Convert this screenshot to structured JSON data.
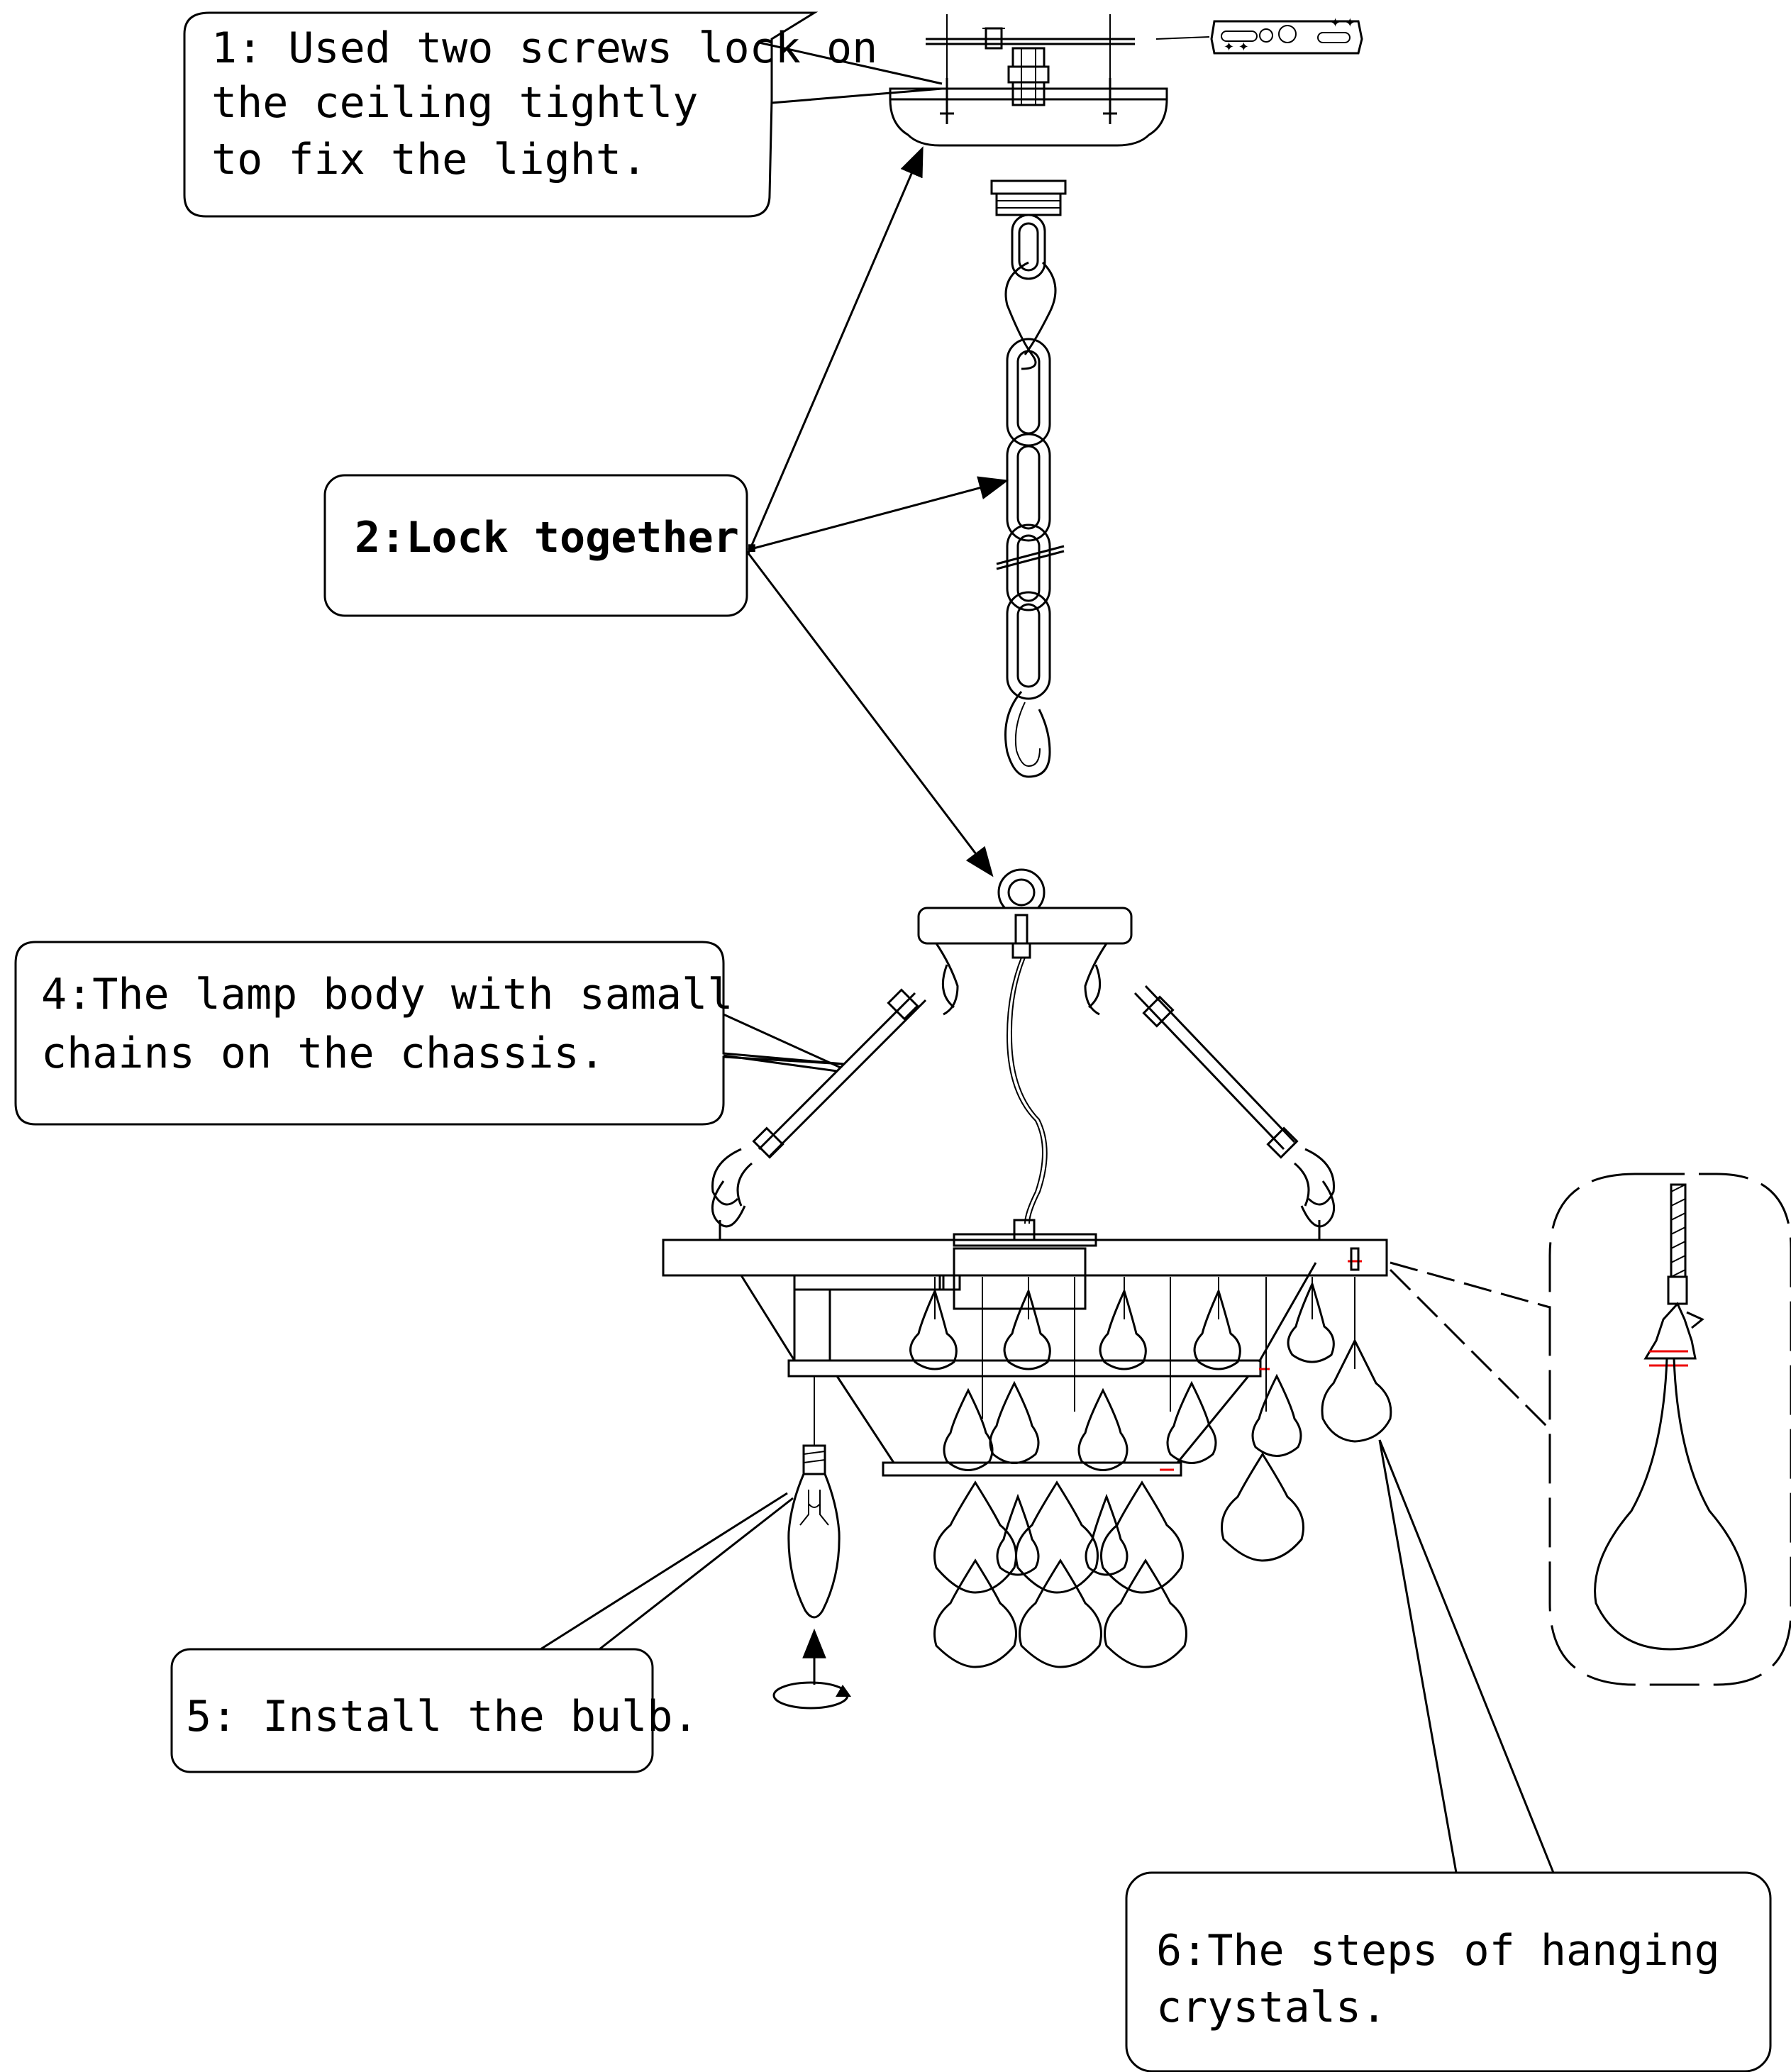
{
  "callouts": {
    "step1": [
      "1: Used two screws lock on",
      "the ceiling tightly",
      "to fix the light."
    ],
    "step2": [
      "2:Lock together."
    ],
    "step4": [
      "4:The lamp body with samall",
      "chains on the chassis."
    ],
    "step5": [
      "5: Install the bulb."
    ],
    "step6": [
      "6:The steps of hanging",
      "crystals."
    ]
  },
  "colors": {
    "line": "#000000",
    "accent": "#e00000",
    "background": "#ffffff"
  }
}
